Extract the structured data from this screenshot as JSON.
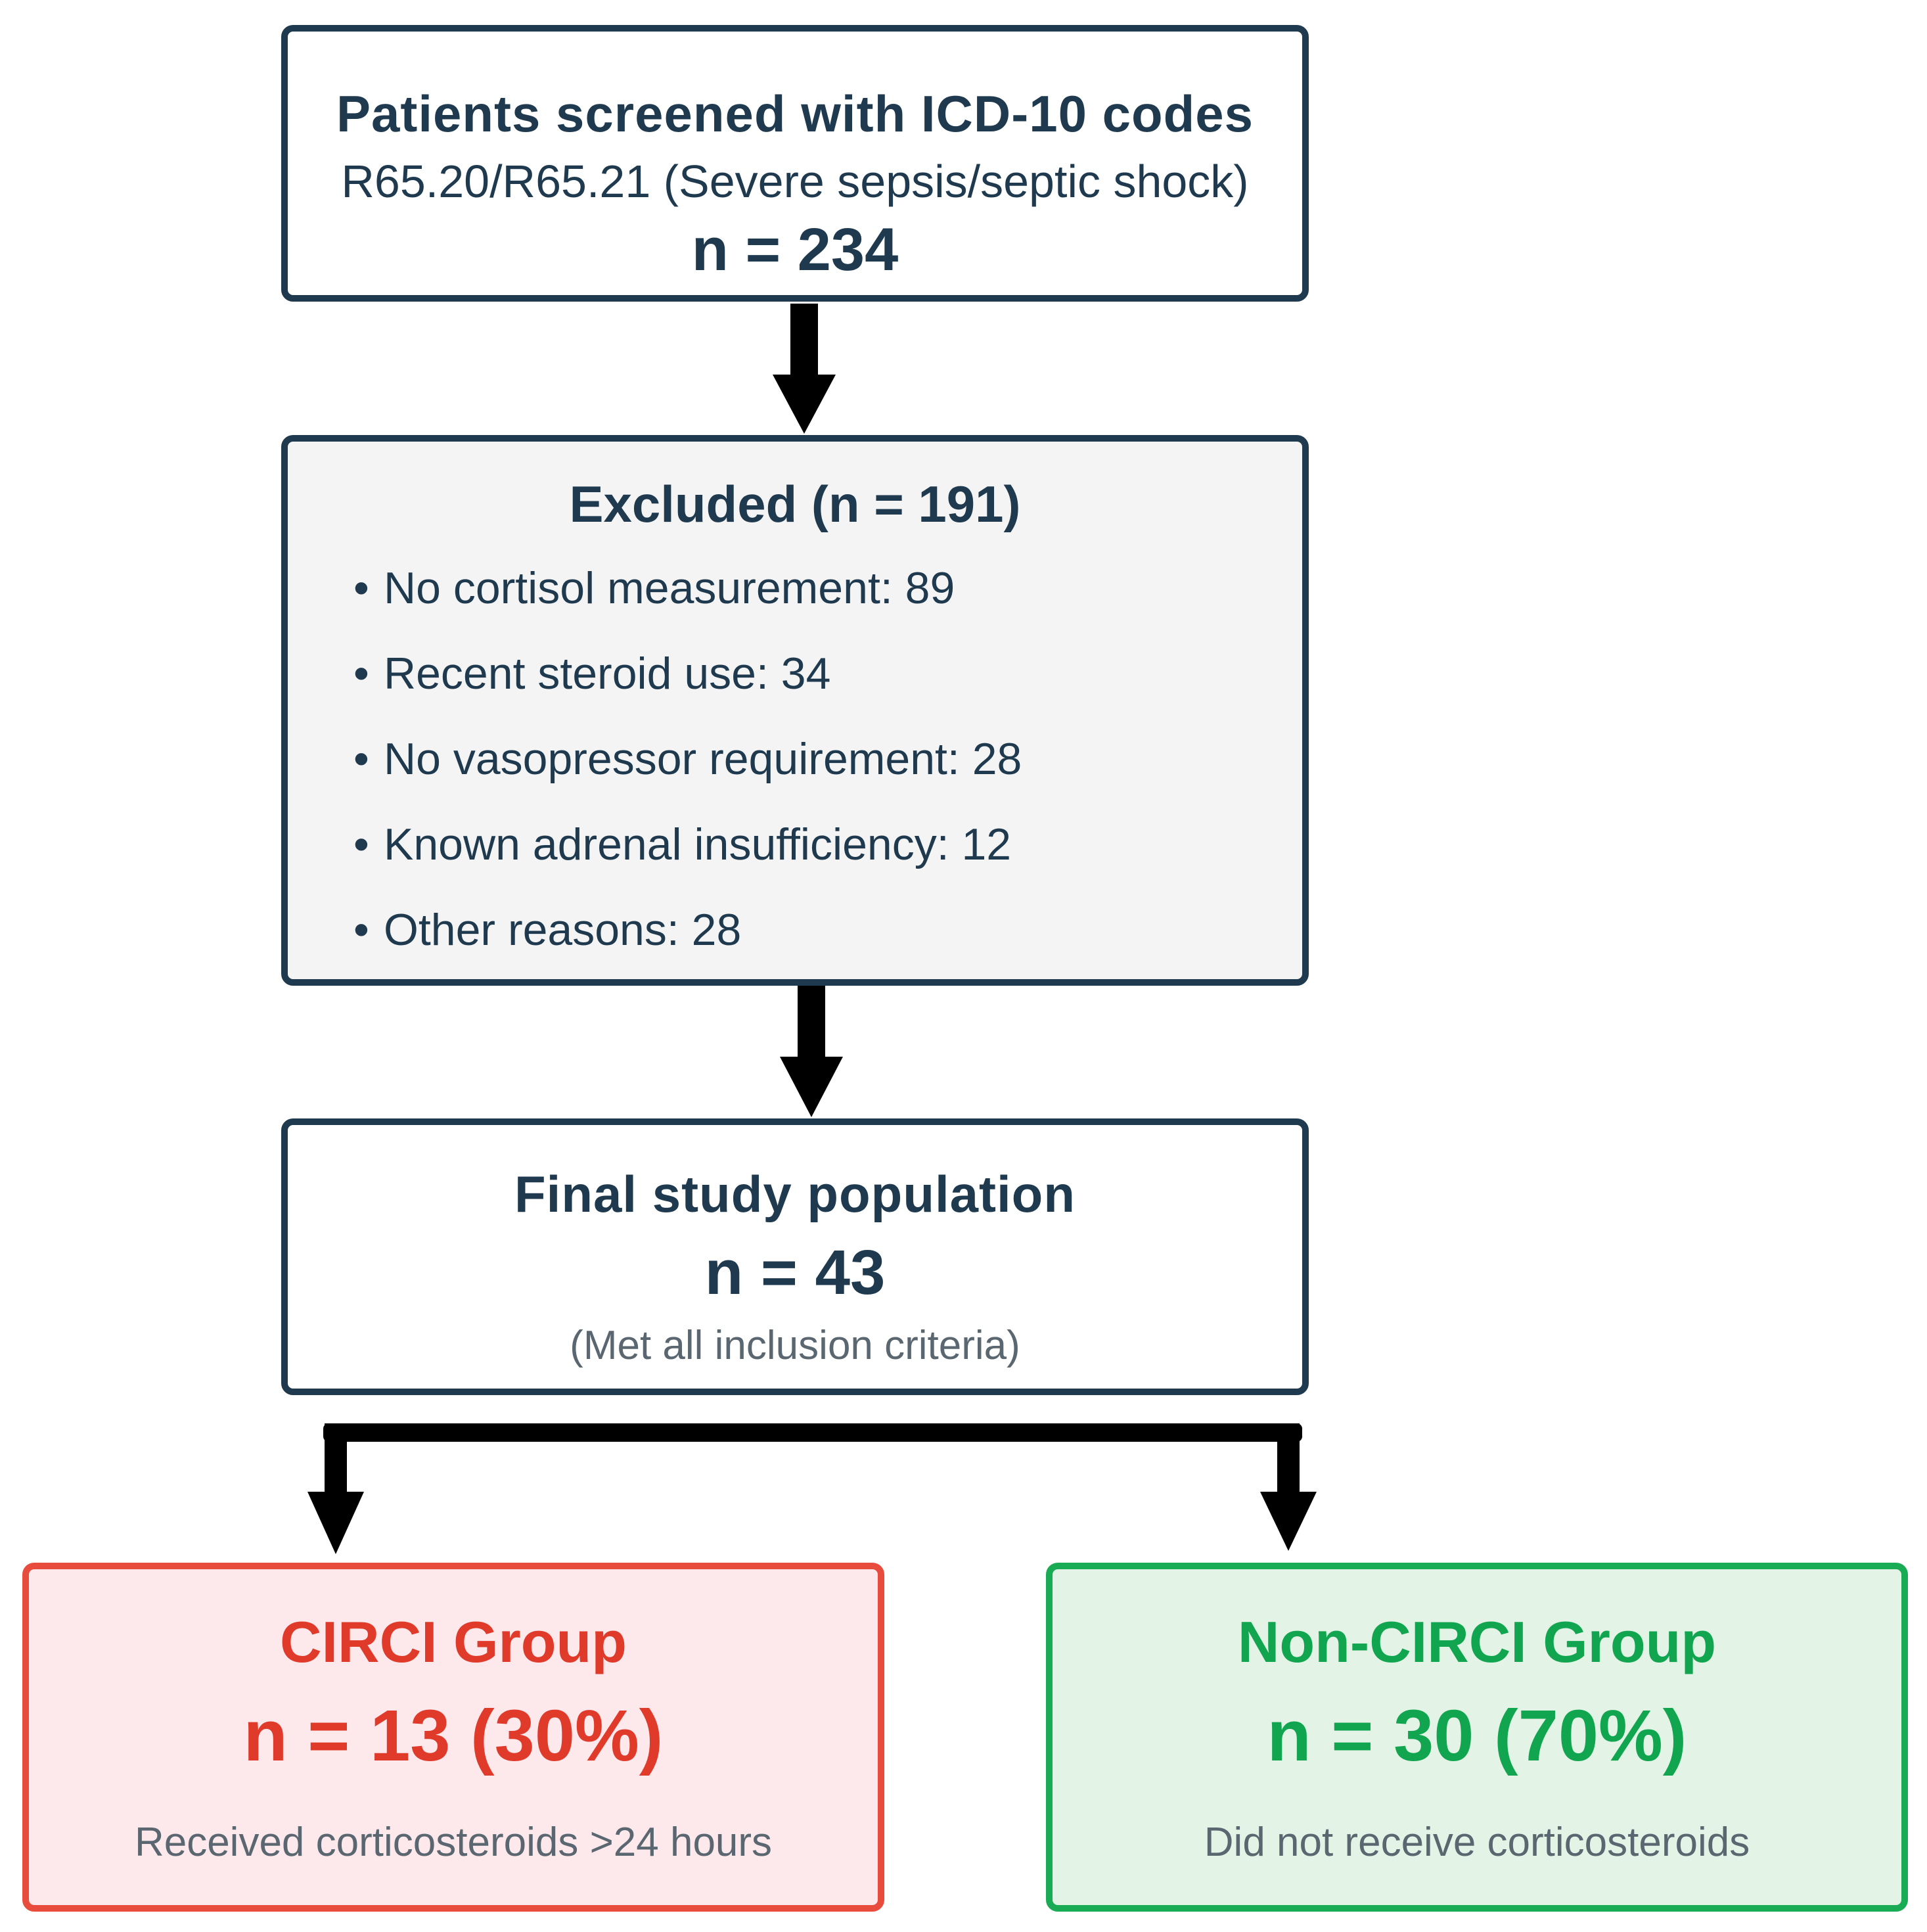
{
  "screened": {
    "title": "Patients screened with ICD-10 codes",
    "subtitle": "R65.20/R65.21 (Severe sepsis/septic shock)",
    "count": "n = 234"
  },
  "excluded": {
    "title": "Excluded (n = 191)",
    "reasons": [
      "No cortisol measurement: 89",
      "Recent steroid use: 34",
      "No vasopressor requirement: 28",
      "Known adrenal insufficiency: 12",
      "Other reasons: 28"
    ]
  },
  "final": {
    "title": "Final study population",
    "count": "n = 43",
    "note": "(Met all inclusion criteria)"
  },
  "circi": {
    "title": "CIRCI Group",
    "count": "n = 13 (30%)",
    "note": "Received corticosteroids >24 hours",
    "color": "#e74c3c"
  },
  "non_circi": {
    "title": "Non-CIRCI Group",
    "count": "n = 30 (70%)",
    "note": "Did not receive corticosteroids",
    "color": "#1aab55"
  }
}
